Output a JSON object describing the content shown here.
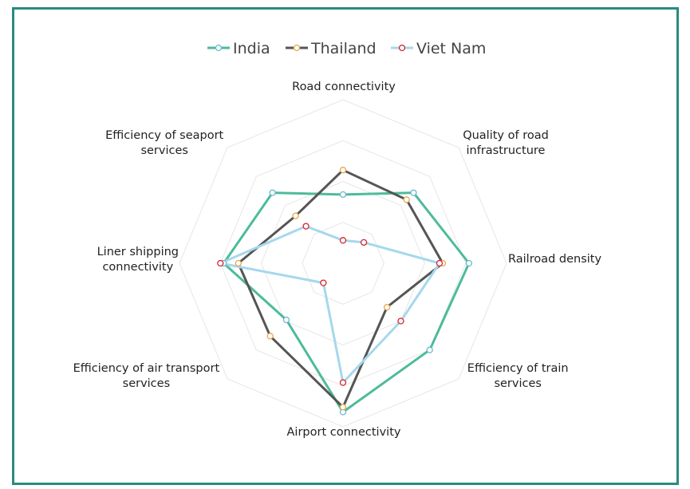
{
  "chart_data": {
    "type": "radar",
    "title": "",
    "axes": [
      [
        "Road connectivity"
      ],
      [
        "Quality of road",
        "infrastructure"
      ],
      [
        "Railroad density"
      ],
      [
        "Efficiency of train",
        "services"
      ],
      [
        "Airport connectivity"
      ],
      [
        "Efficiency of air transport",
        "services"
      ],
      [
        "Liner shipping",
        "connectivity"
      ],
      [
        "Efficiency of seaport",
        "services"
      ]
    ],
    "series": [
      {
        "name": "India",
        "color": "#4dbb9b",
        "values": [
          0.42,
          0.61,
          0.77,
          0.75,
          0.91,
          0.49,
          0.73,
          0.61
        ]
      },
      {
        "name": "Thailand",
        "color": "#555555",
        "values": [
          0.57,
          0.55,
          0.61,
          0.38,
          0.88,
          0.63,
          0.64,
          0.41
        ]
      },
      {
        "name": "Viet Nam",
        "color": "#a5d8ec",
        "values": [
          0.14,
          0.18,
          0.59,
          0.5,
          0.73,
          0.17,
          0.75,
          0.32
        ]
      }
    ],
    "rmax": 1.0,
    "grid": true,
    "gridRings": 4,
    "legend_position": "top"
  }
}
